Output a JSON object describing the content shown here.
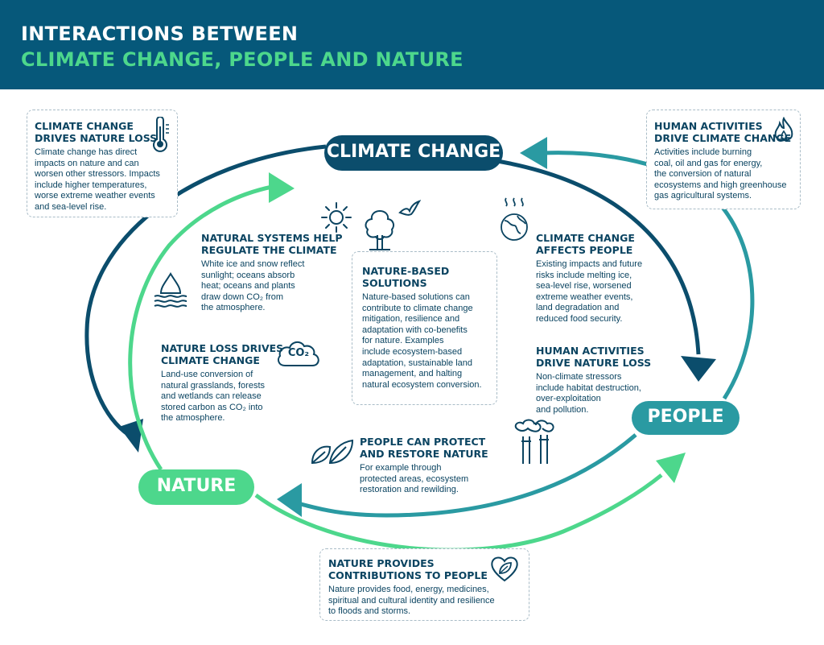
{
  "header": {
    "title_line1": "INTERACTIONS BETWEEN",
    "title_line2": "CLIMATE CHANGE, PEOPLE AND NATURE"
  },
  "nodes": {
    "climate": "CLIMATE CHANGE",
    "people": "PEOPLE",
    "nature": "NATURE"
  },
  "boxes": {
    "cc_drives_nature_loss": {
      "title": [
        "CLIMATE CHANGE",
        "DRIVES NATURE LOSS"
      ],
      "body": [
        "Climate change has direct",
        "impacts on nature and can",
        "worsen other stressors. Impacts",
        "include higher temperatures,",
        "worse extreme weather events",
        "and sea-level rise."
      ]
    },
    "human_drive_cc": {
      "title": [
        "HUMAN ACTIVITIES",
        "DRIVE CLIMATE CHANGE"
      ],
      "body": [
        "Activities include burning",
        "coal, oil and gas for energy,",
        "the conversion of natural",
        "ecosystems and high greenhouse",
        "gas agricultural systems."
      ]
    },
    "nature_based": {
      "title": [
        "NATURE-BASED",
        "SOLUTIONS"
      ],
      "body": [
        "Nature-based solutions can",
        "contribute to climate change",
        "mitigation, resilience and",
        "adaptation with co-benefits",
        "for nature. Examples",
        "include ecosystem-based",
        "adaptation, sustainable land",
        "management, and halting",
        "natural ecosystem conversion."
      ]
    },
    "nature_provides": {
      "title": [
        "NATURE PROVIDES",
        "CONTRIBUTIONS TO PEOPLE"
      ],
      "body": [
        "Nature provides food, energy, medicines,",
        "spiritual and cultural identity and resilience",
        "to floods and storms."
      ]
    }
  },
  "blocks": {
    "natural_systems": {
      "title": [
        "NATURAL SYSTEMS HELP",
        "REGULATE THE CLIMATE"
      ],
      "body": [
        "White ice and snow reflect",
        "sunlight; oceans absorb",
        "heat; oceans and plants",
        "draw down CO₂ from",
        "the atmosphere."
      ]
    },
    "nature_loss_drives": {
      "title": [
        "NATURE LOSS DRIVES",
        "CLIMATE CHANGE"
      ],
      "body": [
        "Land-use conversion of",
        "natural grasslands, forests",
        "and wetlands can release",
        "stored carbon as CO₂ into",
        "the atmosphere."
      ]
    },
    "cc_affects_people": {
      "title": [
        "CLIMATE CHANGE",
        "AFFECTS PEOPLE"
      ],
      "body": [
        "Existing impacts and future",
        "risks include melting ice,",
        "sea-level rise, worsened",
        "extreme weather events,",
        "land degradation and",
        "reduced food security."
      ]
    },
    "human_drive_nature_loss": {
      "title": [
        "HUMAN ACTIVITIES",
        "DRIVE NATURE LOSS"
      ],
      "body": [
        "Non-climate stressors",
        "include habitat destruction,",
        "over-exploitation",
        "and pollution."
      ]
    },
    "people_protect": {
      "title": [
        "PEOPLE CAN PROTECT",
        "AND RESTORE NATURE"
      ],
      "body": [
        "For example through",
        "protected areas, ecosystem",
        "restoration and rewilding."
      ]
    }
  },
  "icon_labels": {
    "co2": "CO₂"
  },
  "colors": {
    "header_bg": "#06587a",
    "dark_blue": "#0b4d6c",
    "teal": "#2a9aa2",
    "green": "#4dd78c",
    "text": "#0b4461"
  },
  "icons": [
    "thermometer-icon",
    "flame-icon",
    "sun-icon",
    "tree-icon",
    "bird-icon",
    "globe-heat-icon",
    "water-drop-icon",
    "co2-cloud-icon",
    "leaves-icon",
    "factory-icon",
    "heart-leaf-icon"
  ]
}
